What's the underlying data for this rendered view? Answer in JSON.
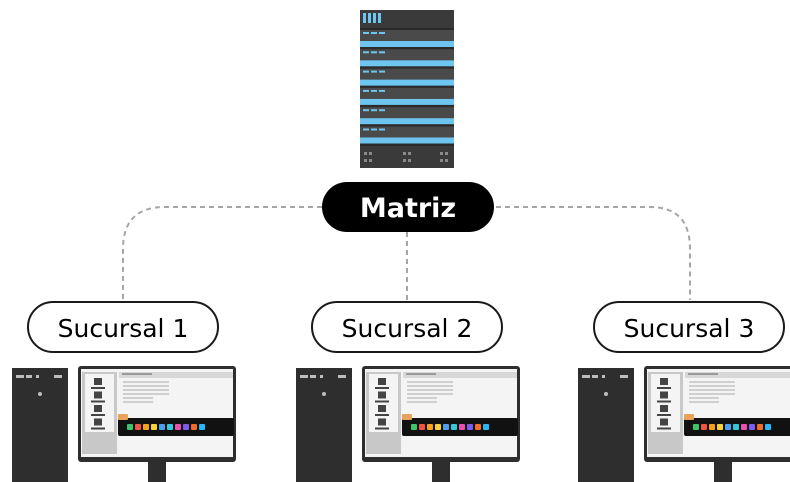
{
  "hub": {
    "label": "Matriz"
  },
  "branches": [
    {
      "label": "Sucursal 1"
    },
    {
      "label": "Sucursal 2"
    },
    {
      "label": "Sucursal 3"
    }
  ],
  "colors": {
    "rack_dark": "#2b2b2b",
    "rack_mid": "#4a4a4a",
    "rack_blue": "#6ec6f0",
    "connector": "#a6a6a6",
    "pill_dark": "#000000",
    "pill_text_light": "#ffffff",
    "outline": "#1a1a1a",
    "tower": "#2e2e2e",
    "dock_colors": [
      "#3cc46b",
      "#f2533c",
      "#f7a21a",
      "#f6d13a",
      "#4aa0f0",
      "#2fc9d8",
      "#e94fae",
      "#7a5cf0",
      "#f36b2b",
      "#29b6f6"
    ]
  }
}
